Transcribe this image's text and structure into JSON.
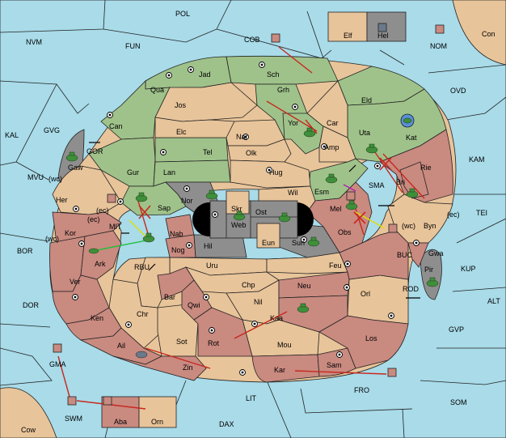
{
  "colors": {
    "sea": "#a9dbe9",
    "green_power": "#9fc28a",
    "tan_neutral": "#e8c49a",
    "red_power": "#c98a80",
    "grey_power": "#8e8e8e",
    "order_arrow": "#c8281e"
  },
  "sea_labels": {
    "POL": "POL",
    "FUN": "FUN",
    "COB": "COB",
    "NVM": "NVM",
    "NOM": "NOM",
    "Con": "Con",
    "OVD": "OVD",
    "KAL": "KAL",
    "GVG": "GVG",
    "GOR": "GOR",
    "KAM": "KAM",
    "SMA": "SMA",
    "MVU": "MVU",
    "TEI": "TEI",
    "MIT": "MIT",
    "BOR": "BOR",
    "KUP": "KUP",
    "BUC": "BUC",
    "RBU": "RBU",
    "ROD": "ROD",
    "DOR": "DOR",
    "ALT": "ALT",
    "GVP": "GVP",
    "FRO": "FRO",
    "GMA": "GMA",
    "SOM": "SOM",
    "SWM": "SWM",
    "LIT": "LIT",
    "DAX": "DAX",
    "Cow": "Cow"
  },
  "island_labels": {
    "Elf": "Elf",
    "Hel": "Hel",
    "Gaw": "Gaw",
    "Pir": "Pir",
    "Aba": "Aba",
    "Orn": "Orn"
  },
  "land_labels": {
    "Jad": "Jad",
    "Sch": "Sch",
    "Qua": "Qua",
    "Grh": "Grh",
    "Eld": "Eld",
    "Jos": "Jos",
    "Can": "Can",
    "Yor": "Yor",
    "Car": "Car",
    "Uta": "Uta",
    "Kat": "Kat",
    "Elc": "Elc",
    "Nar": "Nar",
    "Amp": "Amp",
    "Tel": "Tel",
    "Olk": "Olk",
    "Gur": "Gur",
    "Lan": "Lan",
    "Hug": "Hug",
    "Rie": "Rie",
    "Bri": "Bri",
    "Wil": "Wil",
    "Esm": "Esm",
    "Nor": "Nor",
    "Skr": "Skr",
    "Ost": "Ost",
    "Web": "Web",
    "Mel": "Mel",
    "Sap": "Sap",
    "Byn": "Byn",
    "Her": "Her",
    "Kor": "Kor",
    "Nab": "Nab",
    "Hil": "Hil",
    "Eun": "Eun",
    "Sun": "Sun",
    "Obs": "Obs",
    "Gwa": "Gwa",
    "Nog": "Nog",
    "Ark": "Ark",
    "Uru": "Uru",
    "Feu": "Feu",
    "Chp": "Chp",
    "Neu": "Neu",
    "Orl": "Orl",
    "Ver": "Ver",
    "Bar": "Bar",
    "Qwi": "Qwi",
    "Nil": "Nil",
    "Ken": "Ken",
    "Chr": "Chr",
    "Kaa": "Kaa",
    "Sot": "Sot",
    "Rot": "Rot",
    "Los": "Los",
    "Ail": "Ail",
    "Mou": "Mou",
    "Zin": "Zin",
    "Kar": "Kar",
    "Sam": "Sam"
  },
  "coast_labels": {
    "wc_her": "(wc)",
    "ec_her": "(ec)",
    "ec_kor": "(ec)",
    "wc_kor": "(wc)",
    "wc_byn": "(wc)",
    "ec_byn": "(ec)"
  }
}
